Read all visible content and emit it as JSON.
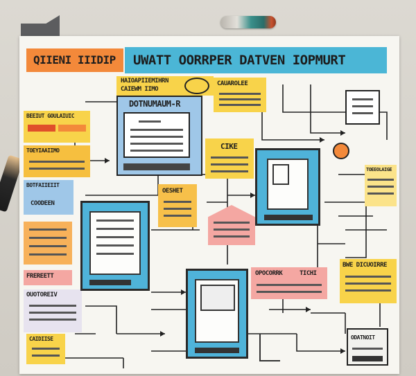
{
  "title": "UWATT OORRPER DATVEN IOPMURT",
  "tag_left": "QIIENI IIIDIP",
  "labels": {
    "top_note": "HAIOAPIIEMIHRN",
    "top_note_sub": "CAIEWM IIMO",
    "top_center_panel": "DOTNUMAUM-R",
    "top_right_note": "CAUAROLEE",
    "left_note_a": "BEEIUT GOULAIUIC",
    "left_note_b": "TOEYIAAIIMO",
    "left_note_c": "BOTFAIIEIIT",
    "left_note_d": "COODEEN",
    "left_note_e": "FREREETT",
    "left_note_f": "OUOTOREIV",
    "center_note": "CIKE",
    "orange_note": "OESHET",
    "pink_note": "OPOCORRK",
    "pink_note_b": "TICHI",
    "right_note": "BWE DICUOIRRE",
    "right_small": "TOEEOLAIGE",
    "bottom_device": "ODATNOIT",
    "bottom_left_note": "CAIDIISE"
  },
  "colors": {
    "title_bar": "#4bb6d6",
    "tag_orange": "#f3893a",
    "sticky_yellow": "#f8d34a",
    "sticky_pink": "#f4a7a2",
    "device_blue": "#4fb3d9"
  }
}
